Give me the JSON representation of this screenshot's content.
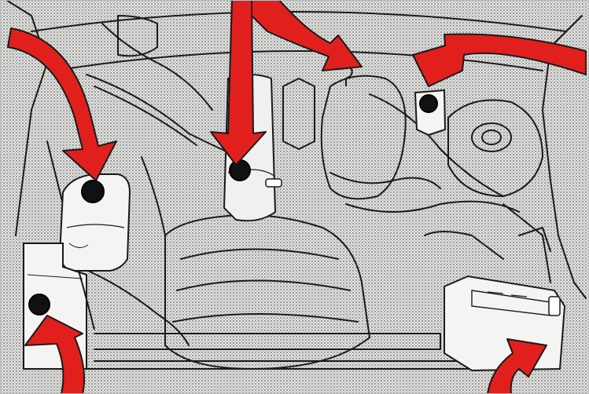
{
  "illustration": {
    "subject": "engine-bay-service-points",
    "colors": {
      "arrow": "#e1201d",
      "linework": "#1a1a1a",
      "halftone": "#9a9a9a",
      "part_fill": "#f4f4f2",
      "background": "#cfcfcf"
    },
    "markers": [
      {
        "name": "radiator-cap-marker"
      },
      {
        "name": "coolant-reservoir-marker"
      },
      {
        "name": "oil-filler-marker"
      },
      {
        "name": "brake-fluid-marker"
      },
      {
        "name": "washer-reservoir-marker"
      },
      {
        "name": "battery-marker"
      },
      {
        "name": "dipstick-marker"
      }
    ],
    "arrows": [
      {
        "name": "arrow-to-coolant-reservoir"
      },
      {
        "name": "arrow-to-oil-filler"
      },
      {
        "name": "arrow-to-dipstick"
      },
      {
        "name": "arrow-to-brake-fluid"
      },
      {
        "name": "arrow-to-washer-reservoir"
      },
      {
        "name": "arrow-to-battery"
      }
    ]
  }
}
